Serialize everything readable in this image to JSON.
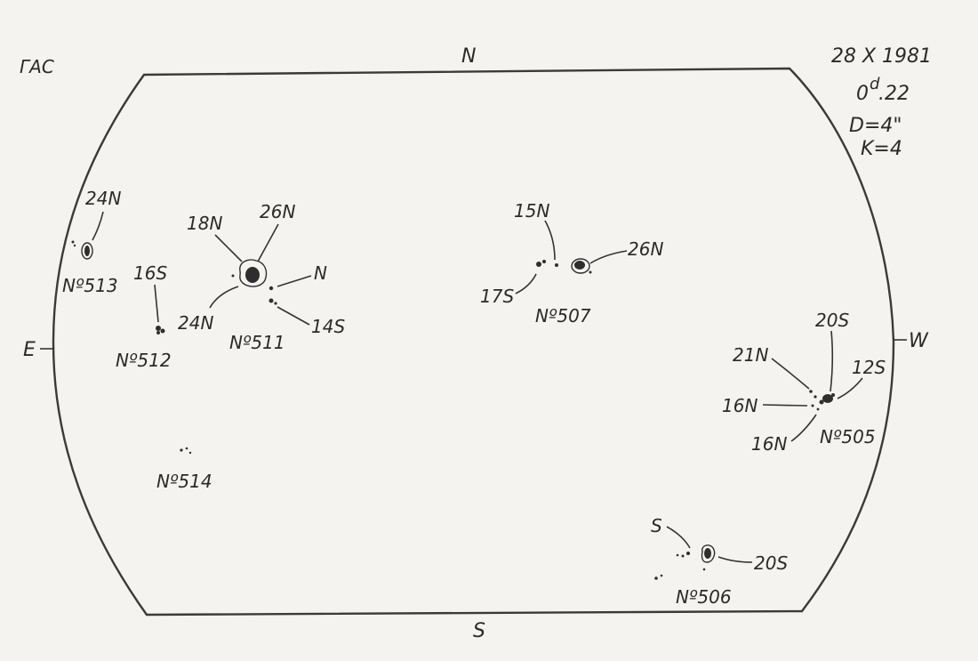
{
  "header": {
    "observatory": "ГАС",
    "date": "28 X 1981",
    "time_main": "0",
    "time_sup": "d",
    "time_frac": ".22",
    "diameter": "D=4\"",
    "k_value": "K=4"
  },
  "directions": {
    "north": "N",
    "south": "S",
    "east": "E",
    "west": "W"
  },
  "groups": [
    {
      "id": "g513",
      "number": "Nº513",
      "labels": [
        "24N"
      ]
    },
    {
      "id": "g512",
      "number": "Nº512",
      "labels": [
        "16S"
      ]
    },
    {
      "id": "g511",
      "number": "Nº511",
      "labels": [
        "18N",
        "26N",
        "N",
        "24N",
        "14S"
      ]
    },
    {
      "id": "g514",
      "number": "Nº514",
      "labels": []
    },
    {
      "id": "g507",
      "number": "Nº507",
      "labels": [
        "15N",
        "26N",
        "17S"
      ]
    },
    {
      "id": "g505",
      "number": "Nº505",
      "labels": [
        "20S",
        "21N",
        "12S",
        "16N",
        "16N"
      ]
    },
    {
      "id": "g506",
      "number": "Nº506",
      "labels": [
        "S",
        "20S"
      ]
    }
  ],
  "colors": {
    "ink": "#2e2e2e",
    "paper": "#f4f3ef"
  }
}
